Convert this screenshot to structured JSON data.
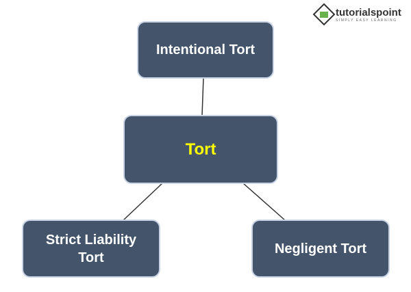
{
  "logo": {
    "name": "tutorialspoint",
    "tagline": "SIMPLY EASY LEARNING"
  },
  "nodes": {
    "top": "Intentional Tort",
    "center": "Tort",
    "left": "Strict Liability Tort",
    "right": "Negligent Tort"
  },
  "colors": {
    "box": "#44546a",
    "center_text": "#ffff00",
    "text": "#ffffff"
  }
}
